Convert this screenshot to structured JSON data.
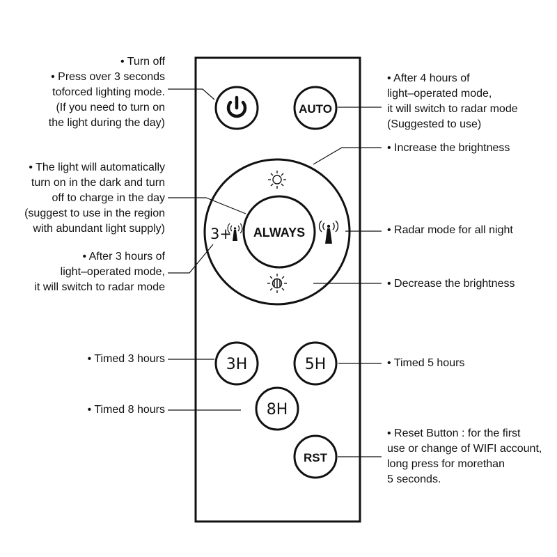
{
  "remote": {
    "buttons": {
      "power": {
        "icon": "power-icon"
      },
      "auto": {
        "label": "AUTO"
      },
      "always": {
        "label": "ALWAYS"
      },
      "three_plus_radar": {
        "prefix": "3+",
        "icon": "radar-antenna-icon"
      },
      "radar": {
        "icon": "radar-antenna-icon"
      },
      "brightness_up": {
        "icon": "sun-bright-icon"
      },
      "brightness_down": {
        "icon": "sun-dim-icon"
      },
      "timer_3h": {
        "label": "3H"
      },
      "timer_5h": {
        "label": "5H"
      },
      "timer_8h": {
        "label": "8H"
      },
      "reset": {
        "label": "RST"
      }
    }
  },
  "annotations": {
    "power": [
      "• Turn off",
      "• Press over 3 seconds",
      "toforced lighting mode.",
      "(If you need to turn on",
      "the light during the day)"
    ],
    "auto": [
      "• After 4 hours of",
      "light–operated mode,",
      "it will switch to radar mode",
      "(Suggested to use)"
    ],
    "brightness_up": [
      "• Increase the brightness"
    ],
    "always": [
      "• The light will automatically",
      "turn on in the dark and turn",
      "off to charge in the day",
      "(suggest to use in the region",
      "with abundant light supply)"
    ],
    "radar": [
      "• Radar mode for all night"
    ],
    "three_plus": [
      "• After 3 hours of",
      "light–operated mode,",
      "it will switch to radar mode"
    ],
    "brightness_down": [
      "• Decrease the brightness"
    ],
    "timer_3h": [
      "• Timed 3 hours"
    ],
    "timer_5h": [
      "• Timed 5 hours"
    ],
    "timer_8h": [
      "• Timed 8 hours"
    ],
    "reset": [
      "• Reset Button : for the first",
      "use or change of WIFI account,",
      "long press for morethan",
      "5 seconds."
    ]
  },
  "colors": {
    "outline": "#111111",
    "icon_fill": "#111111",
    "background": "#ffffff"
  }
}
